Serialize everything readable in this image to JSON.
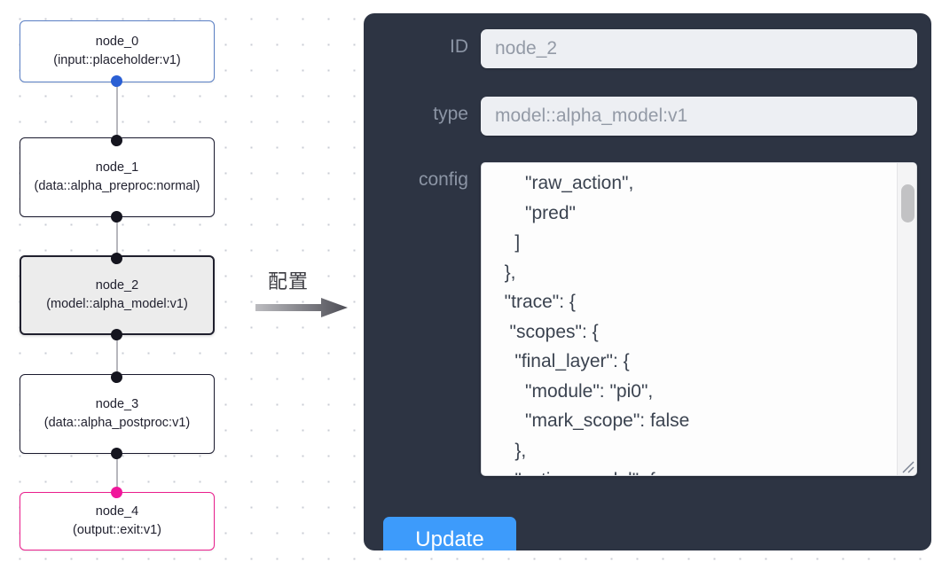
{
  "canvas": {
    "background_color": "#ffffff",
    "grid_dot_color": "#c9ccd4"
  },
  "graph": {
    "nodes": [
      {
        "id": "node_0",
        "title": "node_0",
        "subtitle": "(input::placeholder:v1)",
        "kind": "input",
        "selected": false,
        "border_color": "#5a7fc4"
      },
      {
        "id": "node_1",
        "title": "node_1",
        "subtitle": "(data::alpha_preproc:normal)",
        "kind": "data",
        "selected": false,
        "border_color": "#1a1a2e"
      },
      {
        "id": "node_2",
        "title": "node_2",
        "subtitle": "(model::alpha_model:v1)",
        "kind": "model",
        "selected": true,
        "border_color": "#20202e",
        "fill_color": "#ececec"
      },
      {
        "id": "node_3",
        "title": "node_3",
        "subtitle": "(data::alpha_postproc:v1)",
        "kind": "data",
        "selected": false,
        "border_color": "#1a1a2e"
      },
      {
        "id": "node_4",
        "title": "node_4",
        "subtitle": "(output::exit:v1)",
        "kind": "output",
        "selected": false,
        "border_color": "#e91e8c"
      }
    ],
    "edge_color": "#b7b7bd",
    "handle_colors": {
      "default": "#15151f",
      "input": "#2a5fd4",
      "output": "#f0179b"
    }
  },
  "transition": {
    "caption": "配置",
    "arrow_color_start": "#b9b9bd",
    "arrow_color_end": "#4d4d55"
  },
  "panel": {
    "background_color": "#2d3443",
    "fields": {
      "id": {
        "label": "ID",
        "value": "node_2",
        "placeholder": "node_2"
      },
      "type": {
        "label": "type",
        "value": "model::alpha_model:v1",
        "placeholder": "model::alpha_model:v1"
      },
      "config": {
        "label": "config",
        "value": "      \"raw_action\",\n      \"pred\"\n    ]\n  },\n  \"trace\": {\n   \"scopes\": {\n    \"final_layer\": {\n      \"module\": \"pi0\",\n      \"mark_scope\": false\n    },\n    \"action_model\": {"
      }
    },
    "update_button": {
      "label": "Update",
      "color": "#3d9bfb",
      "text_color": "#ffffff"
    },
    "scrollbar": {
      "track_color": "#f4f4f5",
      "thumb_color": "#c2c2c4"
    }
  }
}
